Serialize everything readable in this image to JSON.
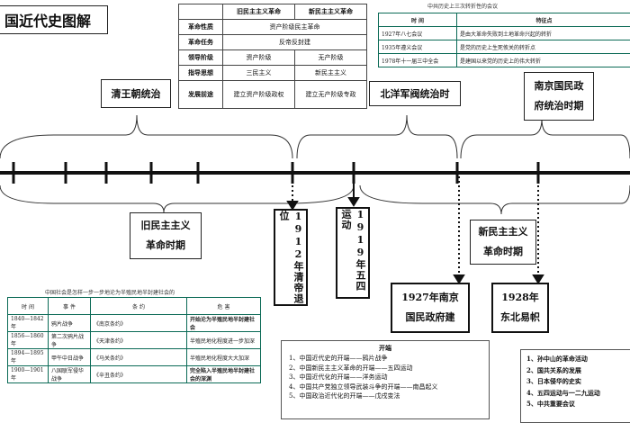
{
  "title": "国近代史图解",
  "compare_table": {
    "headers": [
      "",
      "旧民主主义革命",
      "新民主主义革命"
    ],
    "rows": [
      {
        "label": "革命性质",
        "merged": "资产阶级民主革命"
      },
      {
        "label": "革命任务",
        "merged": "反帝反封建"
      },
      {
        "label": "领导阶级",
        "old": "资产阶级",
        "new": "无产阶级"
      },
      {
        "label": "指导思想",
        "old": "三民主义",
        "new": "新民主主义"
      },
      {
        "label": "发展前途",
        "old": "建立资产阶级政权",
        "new": "建立无产阶级专政"
      }
    ]
  },
  "meetings_table": {
    "caption": "中共历史上三次转折性的会议",
    "headers": [
      "时 间",
      "特征点"
    ],
    "rows": [
      [
        "1927年八七会议",
        "是由大革命失败到土地革命兴起的转折"
      ],
      [
        "1935年遵义会议",
        "是党的历史上生死攸关的转折点"
      ],
      [
        "1978年十一届三中全会",
        "是建国以来党的历史上的伟大转折"
      ]
    ]
  },
  "society_table": {
    "caption": "中国社会是怎样一步一步地沦为半殖民地半封建社会的",
    "headers": [
      "时 间",
      "事 件",
      "条 约",
      "危 害"
    ],
    "rows": [
      [
        "1840—1842年",
        "鸦片战争",
        "《南京条约》",
        "开始沦为半殖民地半封建社会"
      ],
      [
        "1856—1860年",
        "第二次鸦片战争",
        "《天津条约》",
        "半殖民地化程度进一步加深"
      ],
      [
        "1894—1895年",
        "甲午中日战争",
        "《马关条约》",
        "半殖民地化程度大大加深"
      ],
      [
        "1900—1901年",
        "八国联军侵华战争",
        "《辛丑条约》",
        "完全陷入半殖民地半封建社会的深渊"
      ]
    ]
  },
  "eras": {
    "qing": "清王朝统治",
    "beiyang": "北洋军阀统治时",
    "nanjing_line1": "南京国民政",
    "nanjing_line2": "府统治时期",
    "old_rev_line1": "旧民主主义",
    "old_rev_line2": "革命时期",
    "new_rev_line1": "新民主主义",
    "new_rev_line2": "革命时期"
  },
  "events": {
    "e1912": "1912年清帝退位",
    "e1919": "1919年五四运动",
    "e1927_line1": "1927年南京",
    "e1927_line2": "国民政府建",
    "e1928_line1": "1928年",
    "e1928_line2": "东北易帜"
  },
  "notes": {
    "heading": "开端",
    "items": [
      "1、中国近代史的开端——鸦片战争",
      "2、中国新民主主义革命的开端——五四运动",
      "3、中国近代化的开端——洋务运动",
      "4、中国共产党独立领导武装斗争的开端——南昌起义",
      "5、中国政治近代化的开端——戊戌变法"
    ]
  },
  "topics": {
    "items": [
      "1、孙中山的革命活动",
      "2、国共关系的发展",
      "3、日本侵华的史实",
      "4、五四运动与一二九运动",
      "5、中共重要会议"
    ]
  }
}
